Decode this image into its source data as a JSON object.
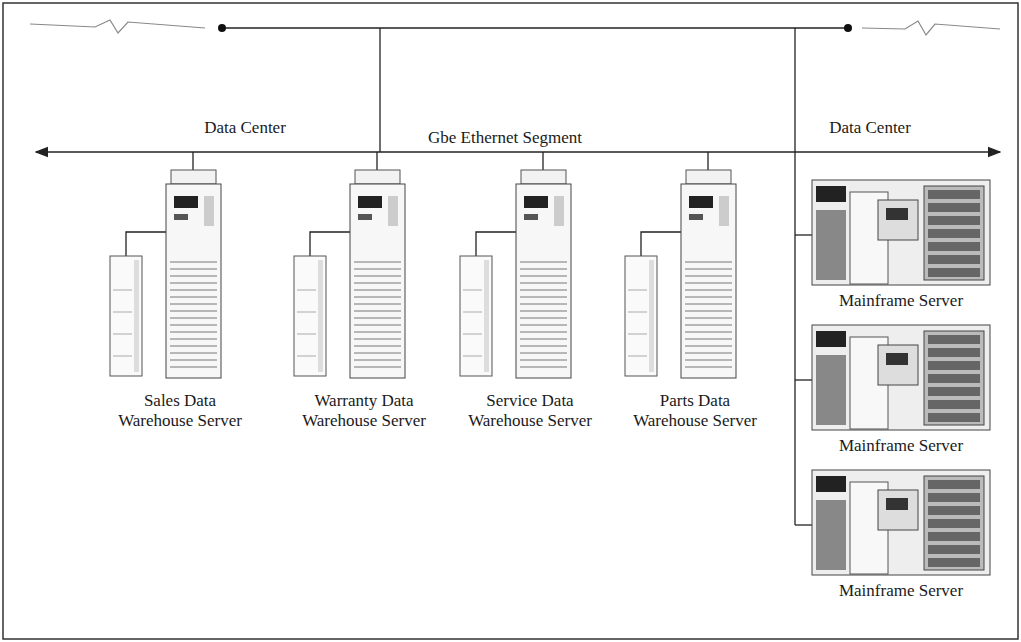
{
  "diagram": {
    "nodes": [
      {
        "text": [
          "Sales Data Warehouse Server"
        ]
      },
      {
        "text": [
          "Warranty Data Warehouse Server"
        ]
      },
      {
        "text": [
          "Service Data Warehouse Server"
        ]
      },
      {
        "text": [
          "Parts Data Warehouse Server"
        ]
      },
      {
        "text": [
          "Mainframe Server"
        ]
      },
      {
        "text": [
          "Mainframe Server"
        ]
      },
      {
        "text": [
          "Mainframe Server"
        ]
      }
    ],
    "labels": [
      "Data Center",
      "Gbe Ethernet Segment",
      "Data Center"
    ]
  }
}
